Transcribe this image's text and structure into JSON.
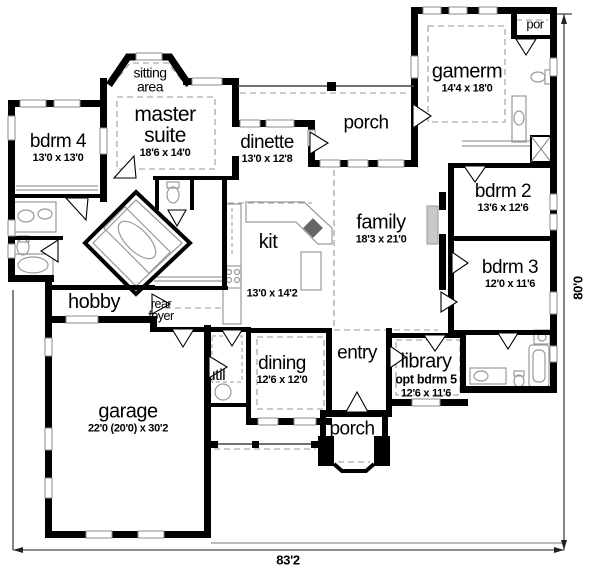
{
  "rooms": {
    "sitting_area": {
      "name": "sitting area"
    },
    "master_suite": {
      "name": "master suite",
      "dims": "18'6 x 14'0"
    },
    "bdrm4": {
      "name": "bdrm 4",
      "dims": "13'0 x 13'0"
    },
    "dinette": {
      "name": "dinette",
      "dims": "13'0 x 12'8"
    },
    "porch_top": {
      "name": "porch"
    },
    "gamerm": {
      "name": "gamerm",
      "dims": "14'4 x 18'0"
    },
    "por": {
      "name": "por"
    },
    "bdrm2": {
      "name": "bdrm 2",
      "dims": "13'6 x 12'6"
    },
    "family": {
      "name": "family",
      "dims": "18'3 x 21'0"
    },
    "kit": {
      "name": "kit",
      "dims": "13'0 x 14'2"
    },
    "bdrm3": {
      "name": "bdrm 3",
      "dims": "12'0 x 11'6"
    },
    "hobby": {
      "name": "hobby"
    },
    "rear_foyer": {
      "name": "rear foyer"
    },
    "dining": {
      "name": "dining",
      "dims": "12'6 x 12'0"
    },
    "entry": {
      "name": "entry"
    },
    "library": {
      "name": "library",
      "sub": "opt bdrm 5",
      "dims": "12'6 x 11'6"
    },
    "util": {
      "name": "util"
    },
    "garage": {
      "name": "garage",
      "dims": "22'0 (20'0) x 30'2"
    },
    "porch_bottom": {
      "name": "porch"
    }
  },
  "dimensions": {
    "overall_width": "83'2",
    "overall_height": "80'0"
  },
  "colors": {
    "wall": "#000000",
    "background": "#ffffff",
    "fixture_line": "#9a9a9a",
    "dash_line": "#999999"
  }
}
